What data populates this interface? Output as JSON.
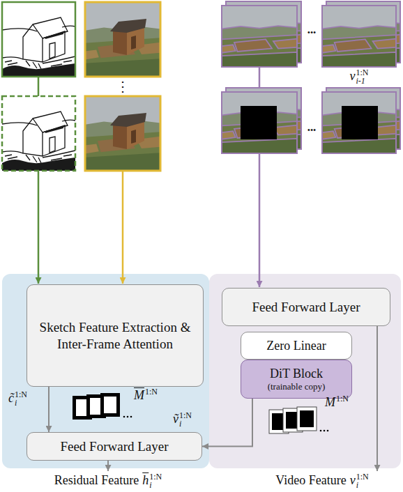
{
  "diagram": {
    "nodes": [
      {
        "text": [
          "Sketch Feature Extraction & Inter-Frame Attention"
        ]
      },
      {
        "text": [
          "Feed Forward Layer"
        ]
      },
      {
        "text": [
          "Feed Forward Layer"
        ]
      },
      {
        "text": [
          "Zero Linear"
        ]
      },
      {
        "text": [
          "DiT Block",
          "(trainable copy)"
        ]
      }
    ],
    "edges": [
      {
        "from": 0,
        "to": 1,
        "arrow": "to"
      },
      {
        "from": 4,
        "to": 1,
        "arrow": "to"
      }
    ],
    "labels": [
      "⋮",
      "•••",
      "v",
      "i-1",
      "1:N",
      "•••",
      "c̃",
      "i",
      "1:N",
      "M",
      "1:N",
      "ṽ",
      "i",
      "1:N",
      "M",
      "1:N",
      "Residual Feature",
      "h",
      "i",
      "1:N",
      "Video Feature",
      "v",
      "i",
      "1:N"
    ]
  }
}
